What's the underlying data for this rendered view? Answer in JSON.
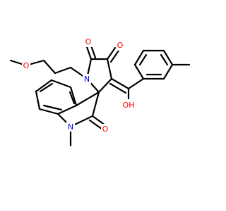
{
  "structure": {
    "colors": {
      "carbon": "#000000",
      "oxygen": "#ff0000",
      "nitrogen": "#0000ff",
      "background": "#ffffff"
    },
    "atom_labels": {
      "methoxy_o": "O",
      "n1": "N",
      "n_indole": "N",
      "o_c2": "O",
      "o_c3": "O",
      "o_oxindole": "O",
      "oh": "OH"
    }
  }
}
